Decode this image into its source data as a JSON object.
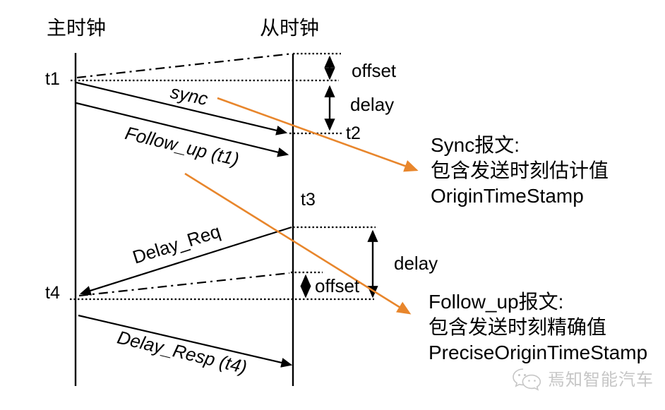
{
  "diagram": {
    "actors": {
      "master": "主时钟",
      "slave": "从时钟"
    },
    "timestamps": {
      "t1": "t1",
      "t2": "t2",
      "t3": "t3",
      "t4": "t4"
    },
    "messages": {
      "sync": "sync",
      "follow_up": "Follow_up (t1)",
      "delay_req": "Delay_Req",
      "delay_resp": "Delay_Resp (t4)"
    },
    "measures": {
      "offset_top": "offset",
      "delay_top": "delay",
      "delay_bottom": "delay",
      "offset_bottom": "offset"
    },
    "annotations": {
      "sync_note": {
        "lines": [
          "Sync报文:",
          "包含发送时刻估计值",
          "OriginTimeStamp"
        ]
      },
      "follow_up_note": {
        "lines": [
          "Follow_up报文:",
          "包含发送时刻精确值",
          "PreciseOriginTimeStamp"
        ]
      }
    },
    "watermark": {
      "text": "焉知智能汽车"
    },
    "colors": {
      "ink": "#000000",
      "accent": "#E8862C",
      "watermark": "#c6c6c6"
    }
  }
}
